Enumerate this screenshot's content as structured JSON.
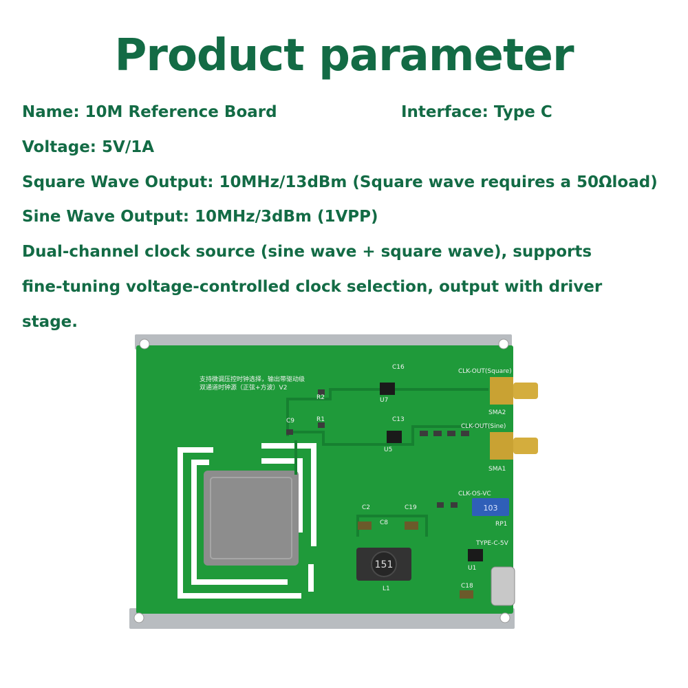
{
  "page": {
    "title": "Product parameter",
    "text_color": "#136b45",
    "specs": {
      "name": "Name: 10M Reference Board",
      "interface": "Interface: Type C",
      "voltage": "Voltage: 5V/1A",
      "square_wave": "Square Wave Output: 10MHz/13dBm (Square wave requires a 50Ωload)",
      "sine_wave": "Sine Wave Output: 10MHz/3dBm (1VPP)",
      "description_line_1": "Dual-channel clock source (sine wave + square wave), supports",
      "description_line_2": "fine-tuning voltage-controlled clock selection, output with driver",
      "description_line_3": "stage."
    }
  },
  "board": {
    "pcb_color": "#1f9a3a",
    "rail_color": "#b8bcc0",
    "metal_color": "#8d8d8d",
    "gold_color": "#c9a233",
    "silk_color": "#f2f2f2",
    "labels": {
      "header_line_1": "双通道时钟源（正弦+方波）V2",
      "header_line_2": "支持微调压控时钟选择，输出带驱动级",
      "clk_out_square": "CLK-OUT(Square)",
      "clk_out_sine": "CLK-OUT(Sine)",
      "sma2": "SMA2",
      "sma1": "SMA1",
      "clk_os_vc": "CLK-OS-VC",
      "type_c_5v": "TYPE-C-5V",
      "rp1": "RP1",
      "pot_marking": "103",
      "inductor_marking": "151",
      "u7": "U7",
      "u5": "U5",
      "u1": "U1",
      "l1": "L1",
      "c16": "C16",
      "c13": "C13",
      "c9": "C9",
      "c2": "C2",
      "c19": "C19",
      "c8": "C8",
      "r2": "R2",
      "r1": "R1",
      "c18": "C18"
    }
  }
}
